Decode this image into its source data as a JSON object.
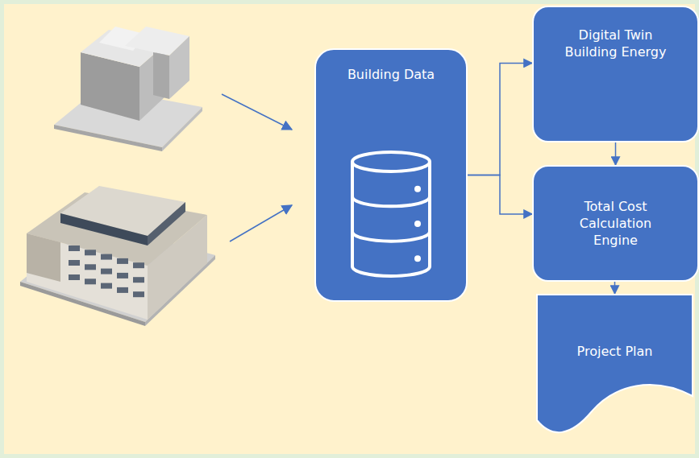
{
  "diagram": {
    "nodes": [
      {
        "text": [
          "Building Data"
        ]
      },
      {
        "text": [
          "Digital Twin Building Energy"
        ]
      },
      {
        "text": [
          "Total Cost Calculation Engine"
        ]
      },
      {
        "text": [
          "Project Plan"
        ]
      }
    ],
    "edges": [
      {
        "from": 0,
        "to": 1,
        "arrow": "to"
      },
      {
        "from": 0,
        "to": 2,
        "arrow": "to"
      },
      {
        "from": 1,
        "to": 2,
        "arrow": "to"
      },
      {
        "from": 2,
        "to": 3,
        "arrow": "to"
      }
    ]
  }
}
